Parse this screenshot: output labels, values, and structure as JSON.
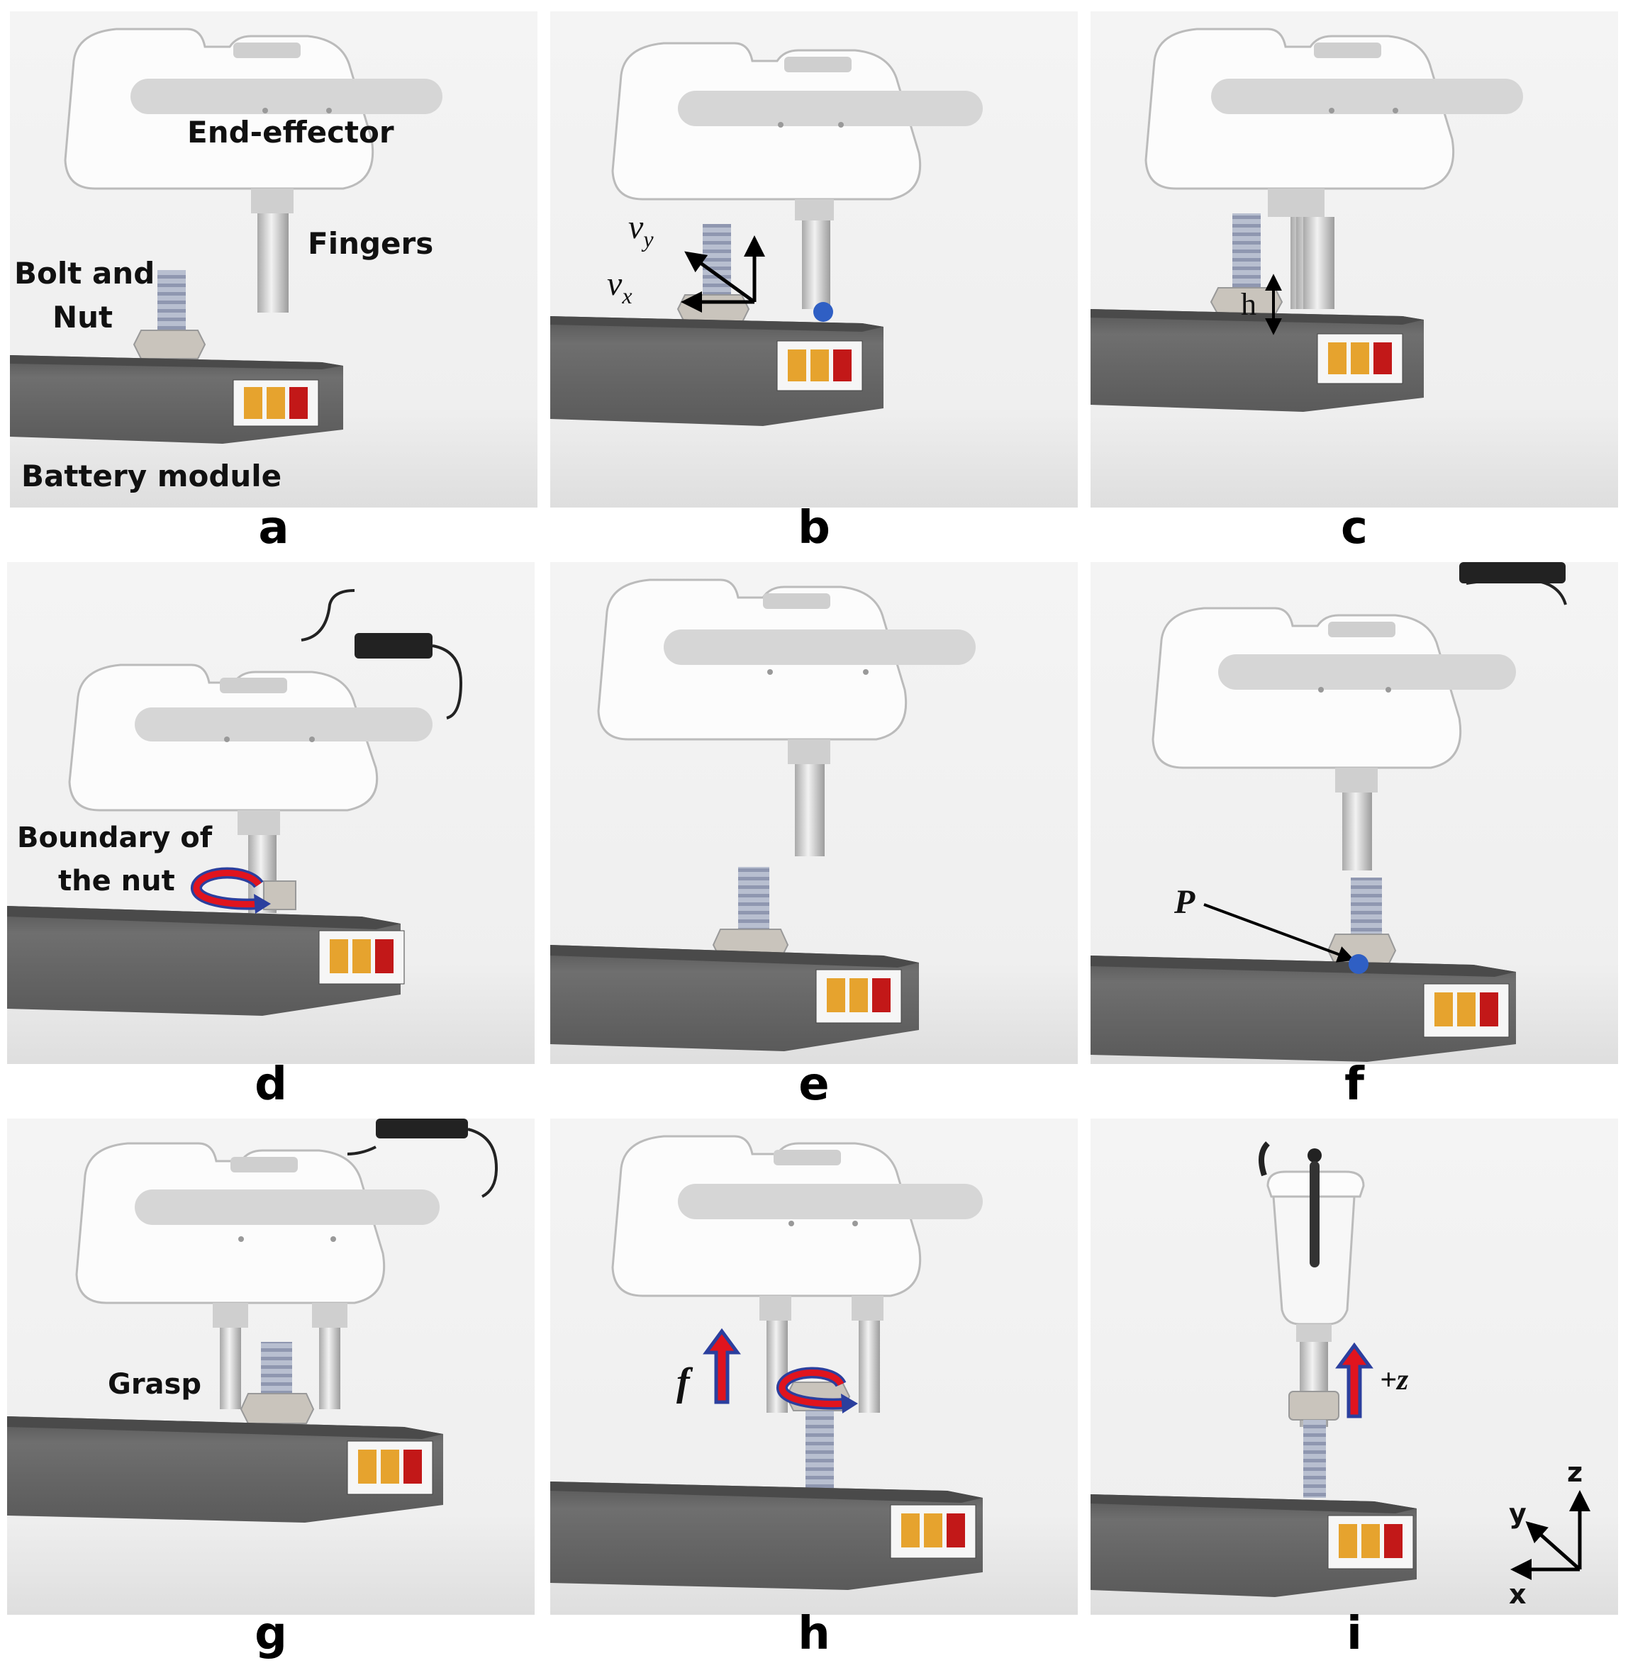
{
  "panels": [
    {
      "caption": "a",
      "labels": {
        "end_effector": "End-effector",
        "fingers": "Fingers",
        "bolt_line1": "Bolt and",
        "bolt_line2": "Nut",
        "battery": "Battery module"
      }
    },
    {
      "caption": "b",
      "labels": {
        "vy": "v",
        "vy_sub": "y",
        "vx": "v",
        "vx_sub": "x"
      }
    },
    {
      "caption": "c",
      "labels": {
        "h": "h"
      }
    },
    {
      "caption": "d",
      "labels": {
        "boundary_line1": "Boundary of",
        "boundary_line2": "the nut"
      }
    },
    {
      "caption": "e",
      "labels": {}
    },
    {
      "caption": "f",
      "labels": {
        "p": "P"
      }
    },
    {
      "caption": "g",
      "labels": {
        "grasp": "Grasp"
      }
    },
    {
      "caption": "h",
      "labels": {
        "f": "f"
      }
    },
    {
      "caption": "i",
      "labels": {
        "plus_z": "+z",
        "axis_z": "z",
        "axis_y": "y",
        "axis_x": "x"
      }
    }
  ],
  "colors": {
    "accent_red": "#e0141e",
    "accent_blue": "#2b3f9e",
    "marker_blue": "#2f5fc4",
    "battery": "#6a6a6a"
  }
}
